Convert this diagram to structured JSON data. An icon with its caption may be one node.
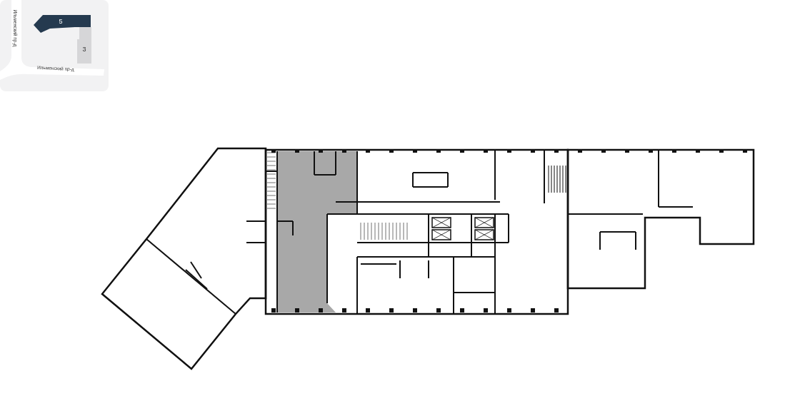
{
  "diagram": {
    "nodes": [
      {
        "text": [
          "5"
        ]
      },
      {
        "text": [
          "3"
        ]
      }
    ],
    "labels": [
      "Ильменский пр-д",
      "Ильменский пр-д"
    ]
  }
}
